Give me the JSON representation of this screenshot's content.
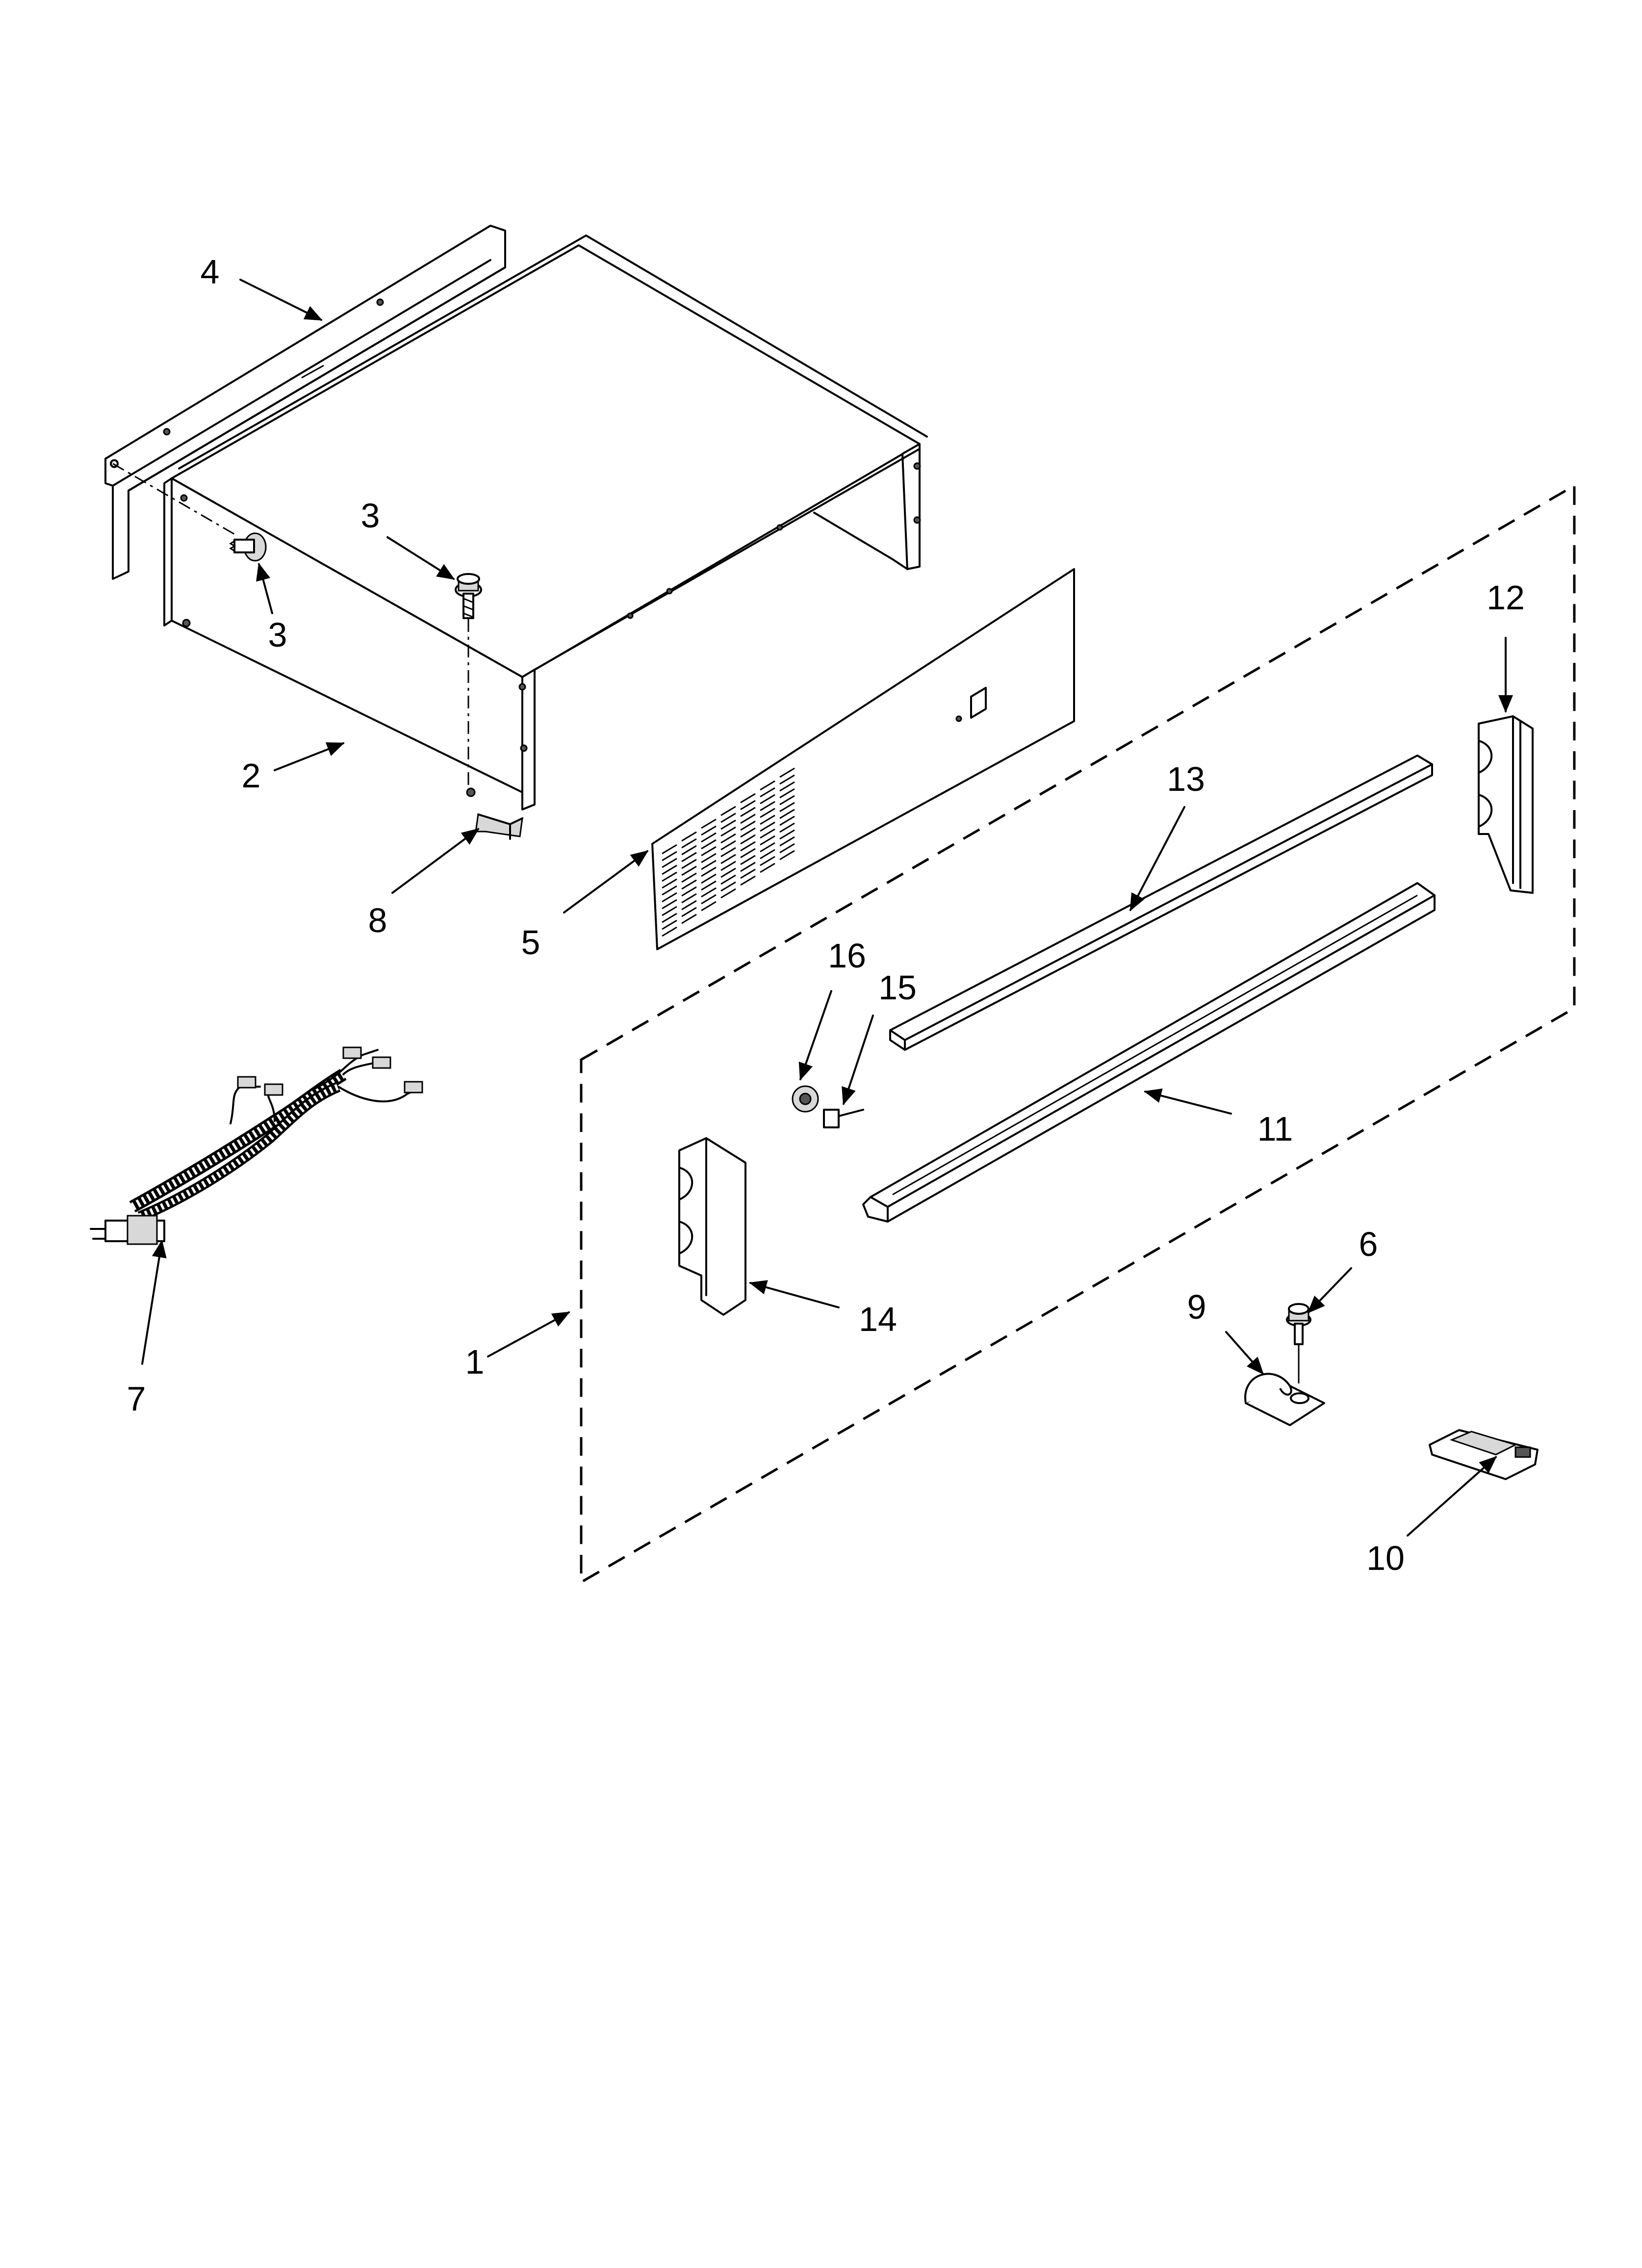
{
  "callouts": {
    "c1": "1",
    "c2": "2",
    "c3a": "3",
    "c3b": "3",
    "c4": "4",
    "c5": "5",
    "c6": "6",
    "c7": "7",
    "c8": "8",
    "c9": "9",
    "c10": "10",
    "c11": "11",
    "c12": "12",
    "c13": "13",
    "c14": "14",
    "c15": "15",
    "c16": "16"
  }
}
